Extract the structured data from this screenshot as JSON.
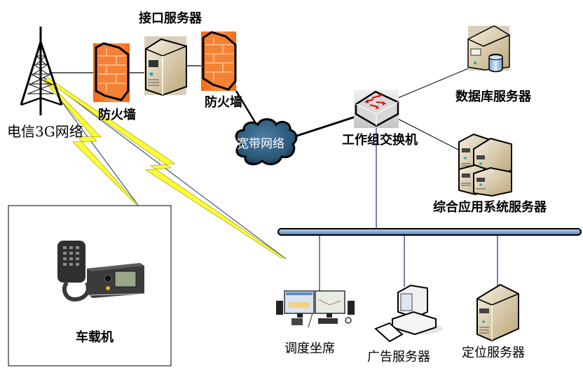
{
  "diagram": {
    "title": "",
    "nodes": {
      "tower": {
        "label": "电信3G网络",
        "icon": "cell-tower-icon"
      },
      "firewall_left": {
        "label": "防火墙",
        "icon": "firewall-icon"
      },
      "interface_server": {
        "label": "接口服务器",
        "icon": "server-icon"
      },
      "firewall_right": {
        "label": "防火墙",
        "icon": "firewall-icon"
      },
      "broadband": {
        "label": "宽带网络",
        "icon": "cloud-icon"
      },
      "switch": {
        "label": "工作组交换机",
        "icon": "network-switch-icon"
      },
      "db_server": {
        "label": "数据库服务器",
        "icon": "database-server-icon"
      },
      "app_servers": {
        "label": "综合应用系统服务器",
        "icon": "server-cluster-icon"
      },
      "vehicle": {
        "label": "车载机",
        "icon": "vehicle-radio-icon"
      },
      "dispatch": {
        "label": "调度坐席",
        "icon": "dispatch-console-icon"
      },
      "ad_server": {
        "label": "广告服务器",
        "icon": "desktop-computer-icon"
      },
      "location_server": {
        "label": "定位服务器",
        "icon": "server-icon"
      }
    },
    "edges": [
      {
        "from": "tower",
        "to": "firewall_left",
        "type": "wired"
      },
      {
        "from": "firewall_left",
        "to": "interface_server",
        "type": "wired"
      },
      {
        "from": "interface_server",
        "to": "firewall_right",
        "type": "wired"
      },
      {
        "from": "firewall_right",
        "to": "broadband",
        "type": "wired"
      },
      {
        "from": "broadband",
        "to": "switch",
        "type": "wired"
      },
      {
        "from": "switch",
        "to": "db_server",
        "type": "wired"
      },
      {
        "from": "switch",
        "to": "app_servers",
        "type": "wired"
      },
      {
        "from": "switch",
        "to": "bus",
        "type": "wired"
      },
      {
        "from": "bus",
        "to": "dispatch",
        "type": "wired"
      },
      {
        "from": "bus",
        "to": "ad_server",
        "type": "wired"
      },
      {
        "from": "bus",
        "to": "location_server",
        "type": "wired"
      },
      {
        "from": "tower",
        "to": "vehicle",
        "type": "wireless"
      },
      {
        "from": "tower",
        "to": "dispatch",
        "type": "wireless"
      }
    ],
    "colors": {
      "firewall": "#f47a20",
      "server_body": "#e6dcc4",
      "cloud": "#2e5a7c",
      "bus": "#8fb0d8",
      "lightning": "#ffff33",
      "link_blue": "#1f3b6e"
    }
  }
}
